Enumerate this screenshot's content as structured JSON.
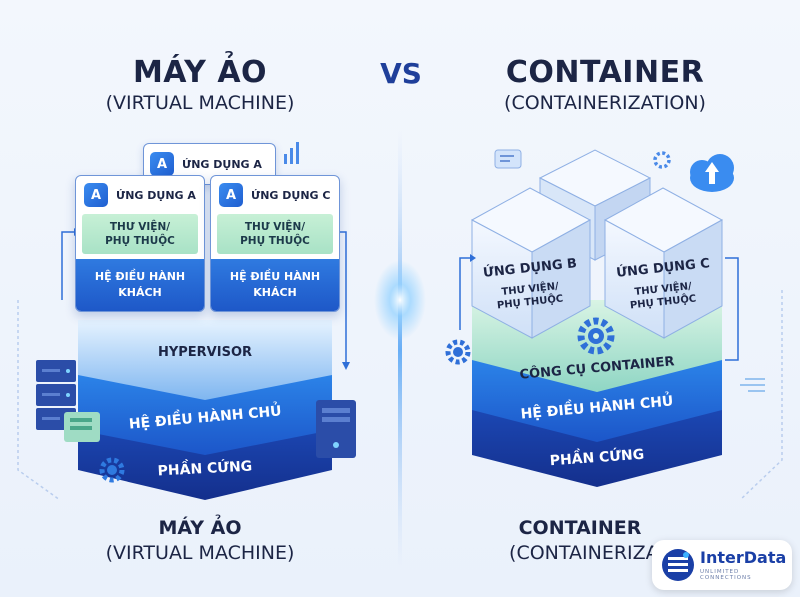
{
  "left": {
    "title": "MÁY ẢO",
    "subtitle": "(VIRTUAL MACHINE)",
    "back_app": "ỨNG DỤNG A",
    "vms": [
      {
        "app": "ỨNG DỤNG A",
        "lib_line1": "THƯ VIỆN/",
        "lib_line2": "PHỤ THUỘC",
        "os_line1": "HỆ ĐIỀU HÀNH",
        "os_line2": "KHÁCH"
      },
      {
        "app": "ỨNG DỤNG C",
        "lib_line1": "THƯ VIỆN/",
        "lib_line2": "PHỤ THUỘC",
        "os_line1": "HỆ ĐIỀU HÀNH",
        "os_line2": "KHÁCH"
      }
    ],
    "layers": {
      "hypervisor": "HYPERVISOR",
      "host_os": "HỆ ĐIỀU HÀNH CHỦ",
      "hardware": "PHẦN CỨNG"
    },
    "bottom_title": "MÁY ẢO",
    "bottom_sub": "(VIRTUAL MACHINE)"
  },
  "vs": "VS",
  "right": {
    "title": "CONTAINER",
    "subtitle": "(CONTAINERIZATION)",
    "containers": [
      {
        "app": "ỨNG DỤNG B",
        "lib_line1": "THƯ VIỆN/",
        "lib_line2": "PHỤ THUỘC"
      },
      {
        "app": "ỨNG DỤNG C",
        "lib_line1": "THƯ VIỆN/",
        "lib_line2": "PHỤ THUỘC"
      }
    ],
    "layers": {
      "engine": "CÔNG CỤ CONTAINER",
      "host_os": "HỆ ĐIỀU HÀNH CHỦ",
      "hardware": "PHẦN CỨNG"
    },
    "bottom_title": "CONTAINER",
    "bottom_sub": "(CONTAINERIZATION)"
  },
  "logo": {
    "name": "InterData",
    "tagline": "UNLIMITED CONNECTIONS"
  },
  "icons": {
    "app": "app-store-icon",
    "gear": "gear-icon",
    "server": "server-icon",
    "cloud": "cloud-upload-icon",
    "chart": "bar-chart-icon"
  },
  "colors": {
    "navy": "#1c2545",
    "blue_dark": "#1a3fa6",
    "blue": "#2f7ae0",
    "green_light": "#c7f0d6"
  }
}
